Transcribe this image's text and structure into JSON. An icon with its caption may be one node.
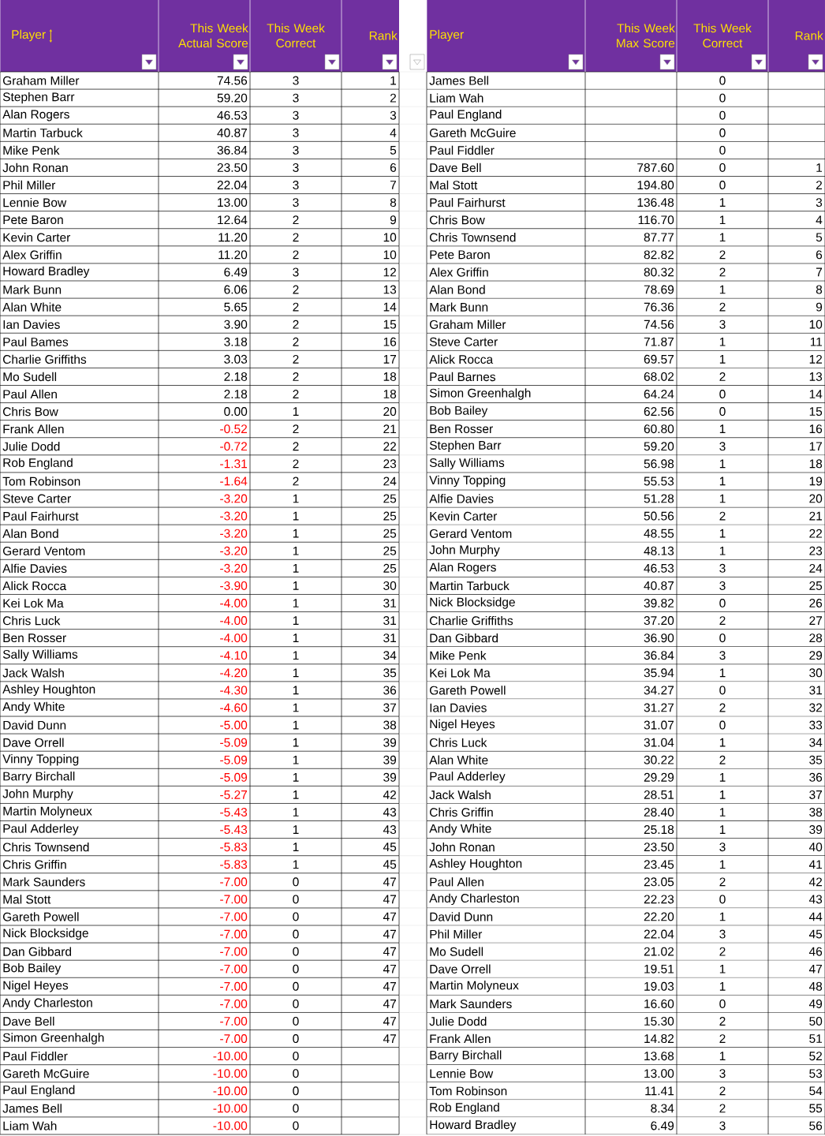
{
  "diagram": {
    "labels": [
      "Player",
      "This Week Actual Score",
      "This Week Correct",
      "Rank",
      "Player",
      "This Week Max Score",
      "This Week Correct",
      "Rank",
      "Graham Miller",
      "74.56",
      "3",
      "1",
      "James Bell",
      "0",
      "Stephen Barr",
      "59.20",
      "3",
      "2",
      "Liam Wah",
      "0",
      "Alan Rogers",
      "46.53",
      "3",
      "3",
      "Paul England",
      "0",
      "Martin Tarbuck",
      "40.87",
      "3",
      "4",
      "Gareth McGuire",
      "0",
      "Mike Penk",
      "36.84",
      "3",
      "5",
      "Paul Fiddler",
      "0",
      "John Ronan",
      "23.50",
      "3",
      "6",
      "Dave Bell",
      "787.60",
      "0",
      "1",
      "Phil Miller",
      "22.04",
      "3",
      "7",
      "Mal Stott",
      "194.80",
      "0",
      "2",
      "Lennie Bow",
      "13.00",
      "3",
      "8",
      "Paul Fairhurst",
      "136.48",
      "1",
      "3",
      "Pete Baron",
      "12.64",
      "2",
      "9",
      "Chris Bow",
      "116.70",
      "1",
      "4",
      "Kevin Carter",
      "11.20",
      "2",
      "10",
      "Chris Townsend",
      "87.77",
      "1",
      "5",
      "Alex Griffin",
      "11.20",
      "2",
      "10",
      "Pete Baron",
      "82.82",
      "2",
      "6",
      "Howard Bradley",
      "6.49",
      "3",
      "12",
      "Alex Griffin",
      "80.32",
      "2",
      "7",
      "Mark Bunn",
      "6.06",
      "2",
      "13",
      "Alan Bond",
      "78.69",
      "1",
      "8",
      "Alan White",
      "5.65",
      "2",
      "14",
      "Mark Bunn",
      "76.36",
      "2",
      "9",
      "Ian Davies",
      "3.90",
      "2",
      "15",
      "Graham Miller",
      "74.56",
      "3",
      "10",
      "Paul Bames",
      "3.18",
      "2",
      "16",
      "Steve Carter",
      "71.87",
      "1",
      "11",
      "Charlie Griffiths",
      "3.03",
      "2",
      "17",
      "Alick Rocca",
      "69.57",
      "1",
      "12",
      "Mo Sudell",
      "2.18",
      "2",
      "18",
      "Paul Barnes",
      "68.02",
      "2",
      "13",
      "Paul Allen",
      "2.18",
      "2",
      "18",
      "Simon Greenhalgh",
      "64.24",
      "0",
      "14",
      "Chris Bow",
      "0.00",
      "1",
      "20",
      "Bob Bailey",
      "62.56",
      "0",
      "15",
      "Frank Allen",
      "-0.52",
      "2",
      "21",
      "Ben Rosser",
      "60.80",
      "1",
      "16",
      "Julie Dodd",
      "-0.72",
      "2",
      "22",
      "Stephen Barr",
      "59.20",
      "3",
      "17",
      "Rob England",
      "-1.31",
      "2",
      "23",
      "Sally Williams",
      "56.98",
      "1",
      "18",
      "Tom Robinson",
      "-1.64",
      "2",
      "24",
      "Vinny Topping",
      "55.53",
      "1",
      "19",
      "Steve Carter",
      "-3.20",
      "1",
      "25",
      "Alfie Davies",
      "51.28",
      "1",
      "20",
      "Paul Fairhurst",
      "-3.20",
      "1",
      "25",
      "Kevin Carter",
      "50.56",
      "2",
      "21",
      "Alan Bond",
      "-3.20",
      "1",
      "25",
      "Gerard Ventom",
      "48.55",
      "1",
      "22",
      "Gerard Ventom",
      "-3.20",
      "1",
      "25",
      "John Murphy",
      "48.13",
      "1",
      "23",
      "Alfie Davies",
      "-3.20",
      "1",
      "25",
      "Alan Rogers",
      "46.53",
      "3",
      "24",
      "Alick Rocca",
      "-3.90",
      "1",
      "30",
      "Martin Tarbuck",
      "40.87",
      "3",
      "25",
      "Kei Lok Ma",
      "-4.00",
      "1",
      "31",
      "Nick Blocksidge",
      "39.82",
      "0",
      "26",
      "Chris Luck",
      "-4.00",
      "1",
      "31",
      "Charlie Griffiths",
      "37.20",
      "2",
      "27",
      "Ben Rosser",
      "-4.00",
      "1",
      "31",
      "Dan Gibbard",
      "36.90",
      "0",
      "28",
      "Sally Williams",
      "-4.10",
      "1",
      "34",
      "Mike Penk",
      "36.84",
      "3",
      "29",
      "Jack Walsh",
      "-4.20",
      "1",
      "35",
      "Kei Lok Ma",
      "35.94",
      "1",
      "30",
      "Ashley Houghton",
      "-4.30",
      "1",
      "36",
      "Gareth Powell",
      "34.27",
      "0",
      "31",
      "Andy White",
      "-4.60",
      "1",
      "37",
      "Ian Davies",
      "31.27",
      "2",
      "32",
      "David Dunn",
      "-5.00",
      "1",
      "38",
      "Nigel Heyes",
      "31.07",
      "0",
      "33",
      "Dave Orrell",
      "-5.09",
      "1",
      "39",
      "Chris Luck",
      "31.04",
      "1",
      "34",
      "Vinny Topping",
      "-5.09",
      "1",
      "39",
      "Alan White",
      "30.22",
      "2",
      "35",
      "Barry Birchall",
      "-5.09",
      "1",
      "39",
      "Paul Adderley",
      "29.29",
      "1",
      "36",
      "John Murphy",
      "-5.27",
      "1",
      "42",
      "Jack Walsh",
      "28.51",
      "1",
      "37",
      "Martin Molyneux",
      "-5.43",
      "1",
      "43",
      "Chris Griffin",
      "28.40",
      "1",
      "38",
      "Paul Adderley",
      "-5.43",
      "1",
      "43",
      "Andy White",
      "25.18",
      "1",
      "39",
      "Chris Townsend",
      "-5.83",
      "1",
      "45",
      "John Ronan",
      "23.50",
      "3",
      "40",
      "Chris Griffin",
      "-5.83",
      "1",
      "45",
      "Ashley Houghton",
      "23.45",
      "1",
      "41",
      "Mark Saunders",
      "-7.00",
      "0",
      "47",
      "Paul Allen",
      "23.05",
      "2",
      "42",
      "Mal Stott",
      "-7.00",
      "0",
      "47",
      "Andy Charleston",
      "22.23",
      "0",
      "43",
      "Gareth Powell",
      "-7.00",
      "0",
      "47",
      "David Dunn",
      "22.20",
      "1",
      "44",
      "Nick Blocksidge",
      "-7.00",
      "0",
      "47",
      "Phil Miller",
      "22.04",
      "3",
      "45",
      "Dan Gibbard",
      "-7.00",
      "0",
      "47",
      "Mo Sudell",
      "21.02",
      "2",
      "46",
      "Bob Bailey",
      "-7.00",
      "0",
      "47",
      "Dave Orrell",
      "19.51",
      "1",
      "47",
      "Nigel Heyes",
      "-7.00",
      "0",
      "47",
      "Martin Molyneux",
      "19.03",
      "1",
      "48",
      "Andy Charleston",
      "-7.00",
      "0",
      "47",
      "Mark Saunders",
      "16.60",
      "0",
      "49",
      "Dave Bell",
      "-7.00",
      "0",
      "47",
      "Julie Dodd",
      "15.30",
      "2",
      "50",
      "Simon Greenhalgh",
      "-7.00",
      "0",
      "47",
      "Frank Allen",
      "14.82",
      "2",
      "51",
      "Paul Fiddler",
      "-10.00",
      "0",
      "Barry Birchall",
      "13.68",
      "1",
      "52",
      "Gareth McGuire",
      "-10.00",
      "0",
      "Lennie Bow",
      "13.00",
      "3",
      "53",
      "Paul England",
      "-10.00",
      "0",
      "Tom Robinson",
      "11.41",
      "2",
      "54",
      "James Bell",
      "-10.00",
      "0",
      "Rob England",
      "8.34",
      "2",
      "55",
      "Liam Wah",
      "-10.00",
      "0",
      "Howard Bradley",
      "6.49",
      "3",
      "56"
    ]
  }
}
